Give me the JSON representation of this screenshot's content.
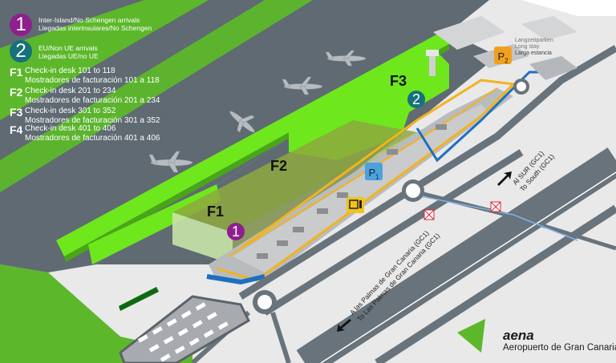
{
  "legend": {
    "arrivals": [
      {
        "number": "1",
        "color": "#8e1f8c",
        "line1": "Inter-Island/No Schengen arrivals",
        "line2": "Llegadas interinsulares/No Schengen"
      },
      {
        "number": "2",
        "color": "#16727a",
        "line1": "EU/Non UE arrivals",
        "line2": "Llegadas UE/no UE"
      }
    ],
    "checkin": [
      {
        "zone": "F1",
        "line1": "Check-in desk 101 to 118",
        "line2": "Mostradores de facturación 101 a 118"
      },
      {
        "zone": "F2",
        "line1": "Check-in desk 201 to 234",
        "line2": "Mostradores de facturación 201 a 234"
      },
      {
        "zone": "F3",
        "line1": "Check-in desk 301 to 352",
        "line2": "Mostradores de facturación 301 a 352"
      },
      {
        "zone": "F4",
        "line1": "Check-in desk 401 to 406",
        "line2": "Mostradores de facturación 401 a 406"
      }
    ]
  },
  "map": {
    "zones": {
      "f1": "F1",
      "f2": "F2",
      "f3": "F3"
    },
    "arrival_badges": {
      "one": "1",
      "two": "2"
    },
    "parking": {
      "p1": {
        "label": "P",
        "sub": "1",
        "color": "#4aa3df"
      },
      "p2": {
        "label": "P",
        "sub": "2",
        "color": "#f0a020",
        "note1": "Langzeitparken",
        "note2": "Long stay",
        "note3": "Larga estancia"
      }
    },
    "roads": {
      "south_es": "Al SUR (GC1)",
      "south_en": "To South (GC1)",
      "north_es": "A las Palmas de Gran Canaria (GC1)",
      "north_en": "To Las Palmas de Gran Canaria (GC1)"
    },
    "colors": {
      "apron": "#5f6a72",
      "grass": "#5cb82a",
      "bright_green": "#6ee81c",
      "road": "#68737b",
      "ground": "#e9e9e9",
      "terminal": "#b9bcbf",
      "yellow_route": "#f2b31e",
      "blue_route": "#1e6fc0"
    }
  },
  "logo": {
    "brand": "aena",
    "subtitle": "Aeropuerto de Gran Canaria",
    "color": "#5cb82a"
  }
}
